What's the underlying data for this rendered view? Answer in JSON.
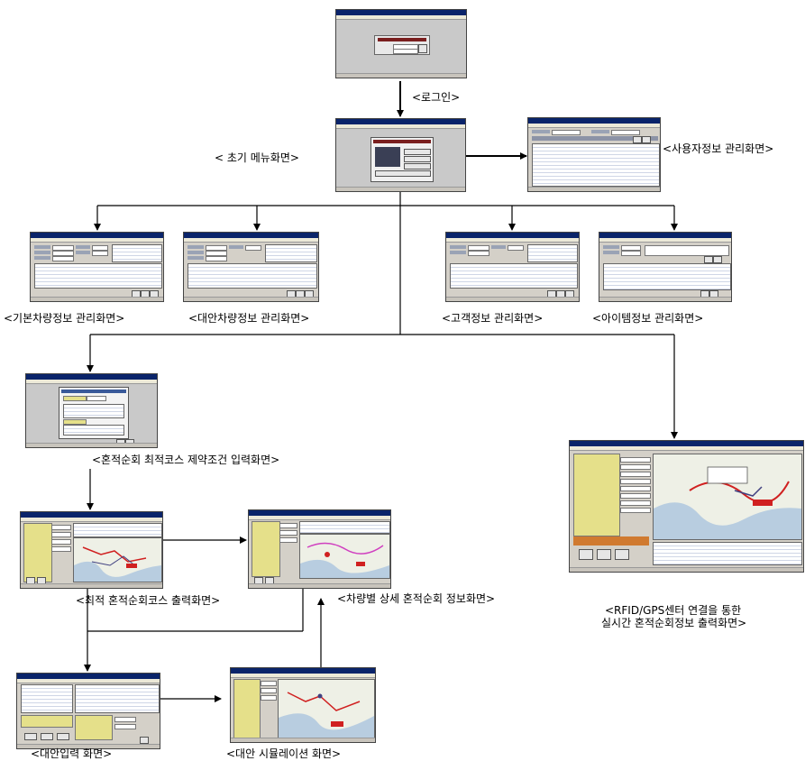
{
  "captions": {
    "login": "<로그인>",
    "initial_menu": "< 초기 메뉴화면>",
    "user_info": "<사용자정보 관리화면>",
    "basic_vehicle": "<기본차량정보 관리화면>",
    "alt_vehicle": "<대안차량정보 관리화면>",
    "customer": "<고객정보 관리화면>",
    "item": "<아이템정보 관리화면>",
    "constraint": "<혼적순회 최적코스 제약조건 입력화면>",
    "optimal_output": "<최적 혼적순회코스 출력화면>",
    "vehicle_detail": "<차량별 상세 혼적순회 정보화면>",
    "rfid_line1": "<RFID/GPS센터 연결을 통한",
    "rfid_line2": "실시간 혼적순회정보 출력화면>",
    "alt_input": "<대안입력 화면>",
    "alt_sim": "<대안 시뮬레이션 화면>"
  },
  "colors": {
    "titlebar": "#0a246a",
    "window": "#d4d0c8",
    "panel_yellow": "#e5e08a",
    "route_red": "#d02020",
    "route_pink": "#d040c0",
    "map_sea": "#b8cde0",
    "map_land": "#eef0e6"
  }
}
